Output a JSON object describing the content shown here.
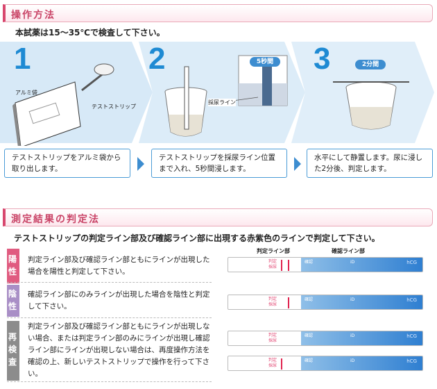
{
  "sections": {
    "operation": {
      "title": "操作方法",
      "intro": "本試薬は15～35℃で検査して下さい。"
    },
    "judgment": {
      "title": "測定結果の判定法",
      "intro": "テストストリップの判定ライン部及び確認ライン部に出現する赤紫色のラインで判定して下さい。"
    }
  },
  "steps": [
    {
      "number": "1",
      "text": "テストストリップをアルミ袋から取り出します。",
      "labels": [
        "アルミ袋",
        "テストストリップ"
      ]
    },
    {
      "number": "2",
      "text": "テストストリップを採尿ライン位置まで入れ、5秒間浸します。",
      "labels": [
        "5秒間",
        "採尿ライン"
      ]
    },
    {
      "number": "3",
      "text": "水平にして静置します。尿に浸した2分後、判定します。",
      "labels": [
        "2分間"
      ]
    }
  ],
  "results": [
    {
      "tag": "陽性",
      "color": "#e05b80",
      "text": "判定ライン部及び確認ライン部ともにラインが出現した場合を陽性と判定して下さい。"
    },
    {
      "tag": "陰性",
      "color": "#a98fc6",
      "text": "確認ライン部にのみラインが出現した場合を陰性と判定して下さい。"
    },
    {
      "tag": "再検査",
      "color": "#8c8c8c",
      "text": "判定ライン部及び確認ライン部ともにラインが出現しない場合、または判定ライン部のみにラインが出現し確認ライン部にラインが出現しない場合は、再度操作方法を確認の上、新しいテストストリップで操作を行って下さい。"
    }
  ],
  "strip_labels": {
    "judge": "判定ライン部",
    "confirm": "確認ライン部",
    "judge_short": "判定",
    "confirm_short": "確認",
    "sample": "採尿",
    "id": "iD",
    "hcg": "hCG"
  }
}
